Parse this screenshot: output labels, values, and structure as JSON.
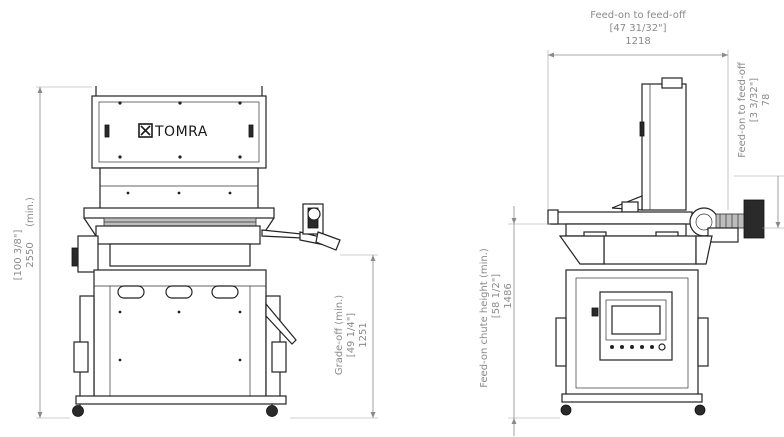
{
  "brand": {
    "logo_text": "TOMRA"
  },
  "front_view": {
    "overall_height": {
      "inch": "[100 3/8\"]",
      "mm": "2550",
      "note": "(min.)"
    },
    "grade_off": {
      "label": "Grade-off (min.)",
      "inch": "[49 1/4\"]",
      "mm": "1251"
    }
  },
  "side_view": {
    "feed_on_to_feed_off": {
      "label": "Feed-on to feed-off",
      "inch": "[47 31/32\"]",
      "mm": "1218"
    },
    "feed_on_to_feed_off_small": {
      "label": "Feed-on to feed-off",
      "inch": "[3 3/32\"]",
      "mm": "78"
    },
    "feed_on_chute_height": {
      "label": "Feed-on chute height (min.)",
      "inch": "[58 1/2\"]",
      "mm": "1486"
    }
  }
}
